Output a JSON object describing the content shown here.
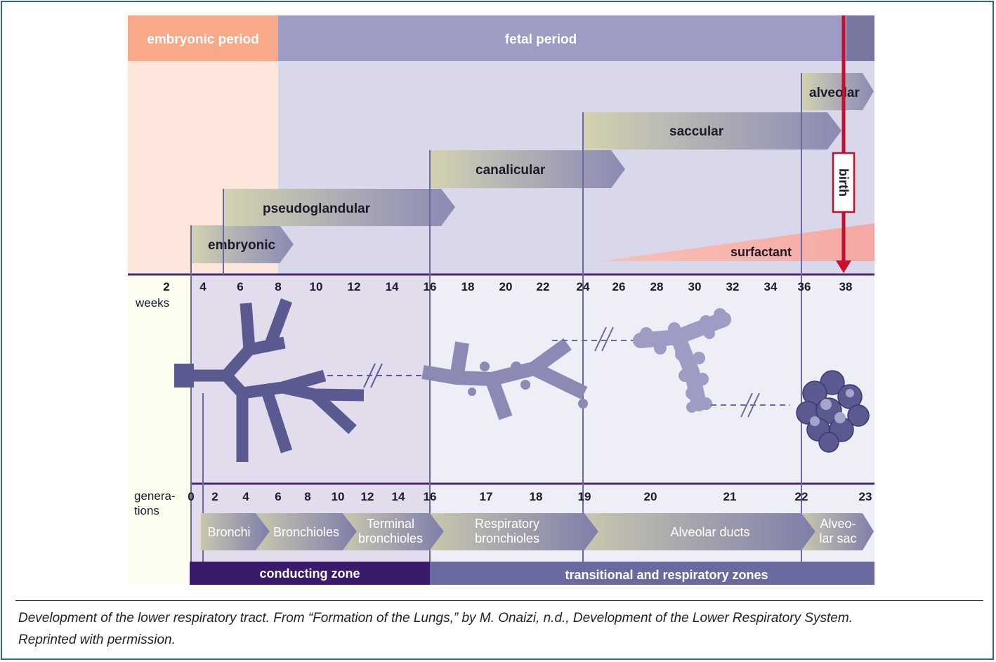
{
  "periods": {
    "embryonic": "embryonic period",
    "fetal": "fetal period"
  },
  "stages": {
    "embryonic": "embryonic",
    "pseudoglandular": "pseudoglandular",
    "canalicular": "canalicular",
    "saccular": "saccular",
    "alveolar": "alveolar"
  },
  "surfactant": "surfactant",
  "birth": "birth",
  "weeks_label": "weeks",
  "weeks": [
    "2",
    "4",
    "6",
    "8",
    "10",
    "12",
    "14",
    "16",
    "18",
    "20",
    "22",
    "24",
    "26",
    "28",
    "30",
    "32",
    "34",
    "36",
    "38"
  ],
  "generations_label": [
    "genera-",
    "tions"
  ],
  "generations": [
    "0",
    "2",
    "4",
    "6",
    "8",
    "10",
    "12",
    "14",
    "16",
    "17",
    "18",
    "19",
    "20",
    "21",
    "22",
    "23"
  ],
  "airways": {
    "bronchi": "Bronchi",
    "bronchioles": "Bronchioles",
    "terminal": [
      "Terminal",
      "bronchioles"
    ],
    "respiratory": [
      "Respiratory",
      "bronchioles"
    ],
    "alveolar_ducts": "Alveolar ducts",
    "alveolar_sac": [
      "Alveo-",
      "lar sac"
    ]
  },
  "zones": {
    "conducting": "conducting zone",
    "transitional": "transitional and respiratory zones"
  },
  "caption": {
    "line1": "Development of the lower respiratory tract. From “Formation of the Lungs,” by M. Onaizi, n.d., Development of the Lower Respiratory System.",
    "line2": "Reprinted with permission."
  },
  "colors": {
    "embryonic_period": "#f7a98a",
    "fetal_period": "#9d9cc4",
    "birth_arrow": "#c8102e",
    "structure": "#5a5a90",
    "conducting_zone": "#3a1a6a",
    "transitional_zone": "#6a6aa0"
  }
}
